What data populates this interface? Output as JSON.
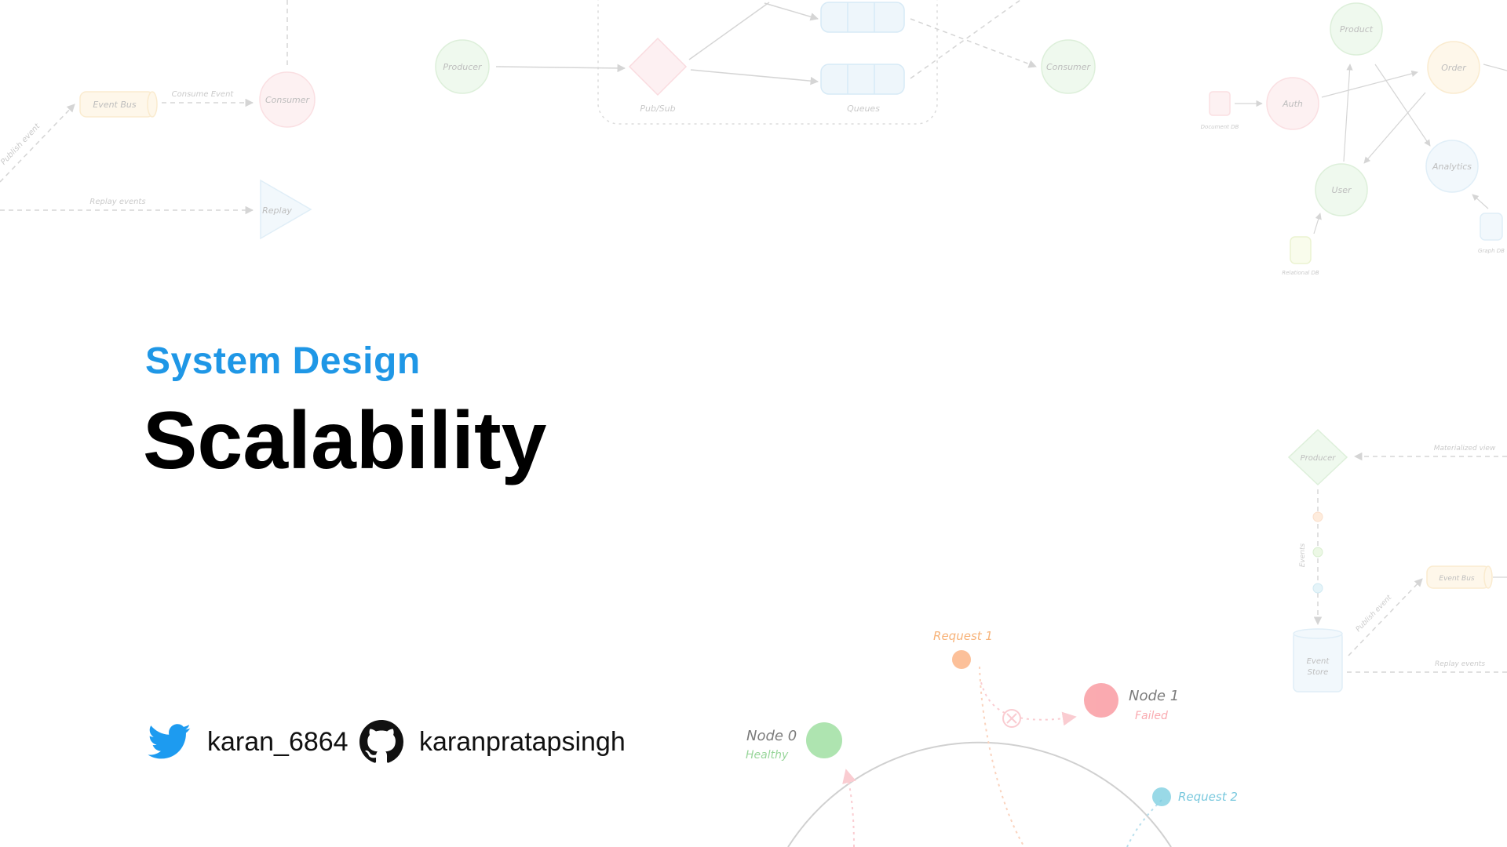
{
  "header": {
    "subtitle": "System Design",
    "title": "Scalability"
  },
  "social": {
    "twitter": {
      "icon": "twitter-icon",
      "handle": "karan_6864"
    },
    "github": {
      "icon": "github-icon",
      "handle": "karanpratapsingh"
    }
  },
  "diagrams": {
    "event_sourcing_top_left": {
      "event_bus": "Event Bus",
      "consume_event": "Consume Event",
      "consumer": "Consumer",
      "publish_event": "Publish event",
      "replay_events": "Replay events",
      "replay": "Replay"
    },
    "pubsub_top_center": {
      "producer": "Producer",
      "pubsub": "Pub/Sub",
      "queues": "Queues",
      "consumer": "Consumer"
    },
    "microservices_top_right": {
      "product": "Product",
      "order": "Order",
      "auth": "Auth",
      "analytics": "Analytics",
      "user": "User",
      "document_db": "Document DB",
      "relational_db": "Relational DB",
      "graph_db": "Graph DB"
    },
    "cqrs_right": {
      "producer": "Producer",
      "materialized_view": "Materialized view",
      "events": "Events",
      "event_bus": "Event Bus",
      "publish_event": "Publish event",
      "event_store_line1": "Event",
      "event_store_line2": "Store",
      "replay_events": "Replay events"
    },
    "consistent_hashing_bottom": {
      "request_1": "Request 1",
      "node_1": "Node 1",
      "failed": "Failed",
      "node_0": "Node 0",
      "healthy": "Healthy",
      "request_2": "Request 2"
    }
  },
  "colors": {
    "subtitle": "#1f97e6",
    "title": "#000000",
    "twitter": "#1d9bf0",
    "github": "#111111"
  }
}
